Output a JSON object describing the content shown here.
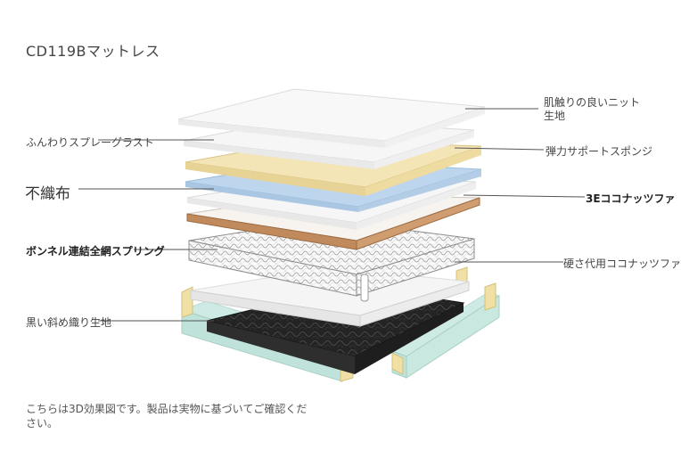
{
  "title": "CD119Bマットレス",
  "labels": {
    "knit": "肌触りの良いニット生地",
    "spray_glass": "ふんわりスプレーグラスト",
    "sponge": "弾力サポートスポンジ",
    "nonwoven": "不織布",
    "coconut_3e": "3Eココナッツファ",
    "bonnell": "ボンネル連結全網スプリング",
    "hard_coconut": "硬さ代用ココナッツファ",
    "black_fabric": "黒い斜め織り生地"
  },
  "note": "こちらは3D効果図です。製品は実物に基づいてご確認ください。",
  "colors": {
    "white_layer": "#f4f4f4",
    "sponge": "#f3e4b4",
    "nonwoven": "#bcd6ee",
    "coconut": "#c8966a",
    "frame": "#c9ebe2",
    "fabric": "#2a2a2a"
  }
}
